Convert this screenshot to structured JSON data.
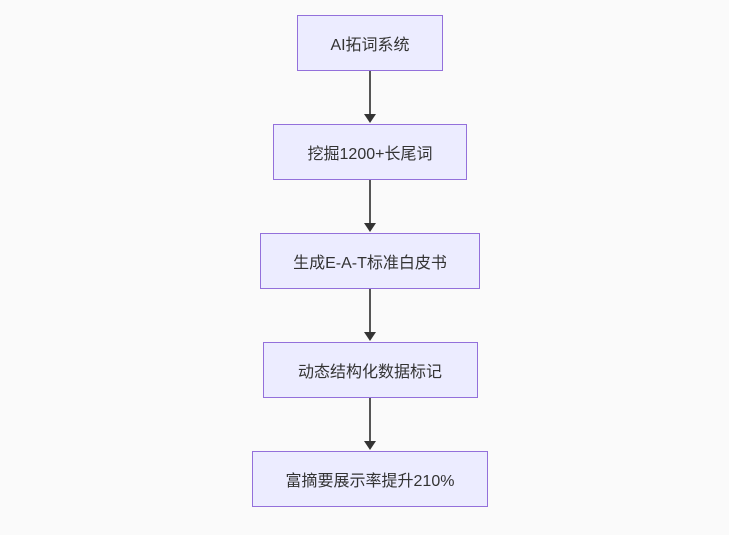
{
  "diagram": {
    "type": "flowchart",
    "direction": "top-down",
    "nodes": [
      {
        "id": "A",
        "label": "AI拓词系统"
      },
      {
        "id": "B",
        "label": "挖掘1200+长尾词"
      },
      {
        "id": "C",
        "label": "生成E-A-T标准白皮书"
      },
      {
        "id": "D",
        "label": "动态结构化数据标记"
      },
      {
        "id": "E",
        "label": "富摘要展示率提升210%"
      }
    ],
    "edges": [
      {
        "from": "A",
        "to": "B"
      },
      {
        "from": "B",
        "to": "C"
      },
      {
        "from": "C",
        "to": "D"
      },
      {
        "from": "D",
        "to": "E"
      }
    ],
    "colors": {
      "background": "#fafafa",
      "node_fill": "#ececff",
      "node_border": "#9370db",
      "text": "#333333",
      "arrow_line": "#565656",
      "arrow_head": "#333333"
    }
  }
}
